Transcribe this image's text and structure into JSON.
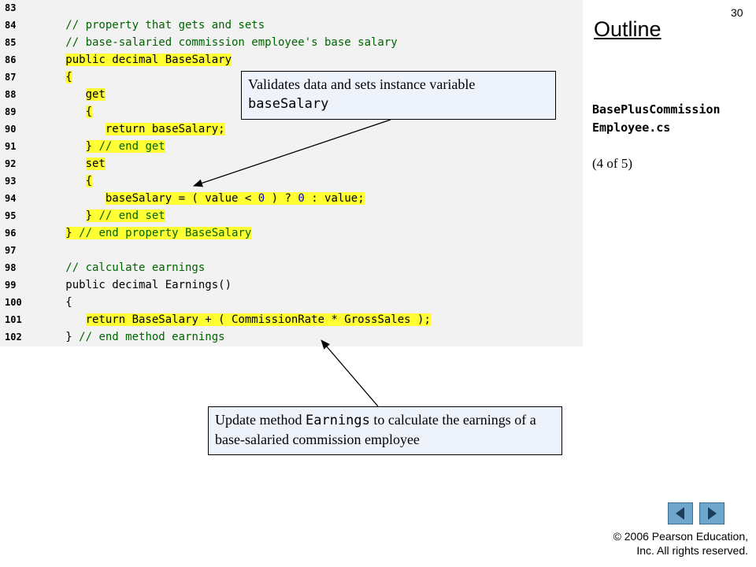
{
  "slide_number": "30",
  "outline_title": "Outline",
  "file_name_line1": "BasePlusCommission",
  "file_name_line2": "Employee.cs",
  "page_indicator": "(4 of 5)",
  "code_lines": [
    {
      "no": "83",
      "parts": []
    },
    {
      "no": "84",
      "parts": [
        {
          "t": "   // property that gets and sets",
          "c": "cmt"
        }
      ]
    },
    {
      "no": "85",
      "parts": [
        {
          "t": "   // base-salaried commission employee's base salary",
          "c": "cmt"
        }
      ]
    },
    {
      "no": "86",
      "parts": [
        {
          "t": "   ",
          "c": ""
        },
        {
          "t": "public decimal BaseSalary",
          "c": "hl"
        }
      ]
    },
    {
      "no": "87",
      "parts": [
        {
          "t": "   ",
          "c": ""
        },
        {
          "t": "{",
          "c": "hl"
        }
      ]
    },
    {
      "no": "88",
      "parts": [
        {
          "t": "      ",
          "c": ""
        },
        {
          "t": "get",
          "c": "hl"
        }
      ]
    },
    {
      "no": "89",
      "parts": [
        {
          "t": "      ",
          "c": ""
        },
        {
          "t": "{",
          "c": "hl"
        }
      ]
    },
    {
      "no": "90",
      "parts": [
        {
          "t": "         ",
          "c": ""
        },
        {
          "t": "return baseSalary;",
          "c": "hl"
        }
      ]
    },
    {
      "no": "91",
      "parts": [
        {
          "t": "      ",
          "c": ""
        },
        {
          "t": "} ",
          "c": "hl"
        },
        {
          "t": "// end get",
          "c": "hl cmt"
        }
      ]
    },
    {
      "no": "92",
      "parts": [
        {
          "t": "      ",
          "c": ""
        },
        {
          "t": "set",
          "c": "hl"
        }
      ]
    },
    {
      "no": "93",
      "parts": [
        {
          "t": "      ",
          "c": ""
        },
        {
          "t": "{",
          "c": "hl"
        }
      ]
    },
    {
      "no": "94",
      "parts": [
        {
          "t": "         ",
          "c": ""
        },
        {
          "t": "baseSalary = ( value < ",
          "c": "hl"
        },
        {
          "t": "0",
          "c": "hl num"
        },
        {
          "t": " ) ? ",
          "c": "hl"
        },
        {
          "t": "0",
          "c": "hl num"
        },
        {
          "t": " : value;",
          "c": "hl"
        }
      ]
    },
    {
      "no": "95",
      "parts": [
        {
          "t": "      ",
          "c": ""
        },
        {
          "t": "} ",
          "c": "hl"
        },
        {
          "t": "// end set",
          "c": "hl cmt"
        }
      ]
    },
    {
      "no": "96",
      "parts": [
        {
          "t": "   ",
          "c": ""
        },
        {
          "t": "} ",
          "c": "hl"
        },
        {
          "t": "// end property BaseSalary",
          "c": "hl cmt"
        }
      ]
    },
    {
      "no": "97",
      "parts": []
    },
    {
      "no": "98",
      "parts": [
        {
          "t": "   // calculate earnings",
          "c": "cmt"
        }
      ]
    },
    {
      "no": "99",
      "parts": [
        {
          "t": "   public decimal Earnings()",
          "c": ""
        }
      ]
    },
    {
      "no": "100",
      "parts": [
        {
          "t": "   {",
          "c": ""
        }
      ]
    },
    {
      "no": "101",
      "parts": [
        {
          "t": "      ",
          "c": ""
        },
        {
          "t": "return BaseSalary + ( CommissionRate * GrossSales );",
          "c": "hl"
        }
      ]
    },
    {
      "no": "102",
      "parts": [
        {
          "t": "   } ",
          "c": ""
        },
        {
          "t": "// end method earnings",
          "c": "cmt"
        }
      ]
    }
  ],
  "callout_top": {
    "text_before": "Validates data and sets instance variable ",
    "code": "baseSalary",
    "text_after": ""
  },
  "callout_bottom": {
    "text_before": "Update method ",
    "code": "Earnings",
    "text_after": " to calculate the earnings of a base-salaried commission employee"
  },
  "nav": {
    "prev_icon": "triangle-left-icon",
    "next_icon": "triangle-right-icon",
    "button_color": "#6fa6cc",
    "arrow_color": "#1c3d5a"
  },
  "copyright_line1": "© 2006 Pearson Education,",
  "copyright_line2": "Inc.  All rights reserved."
}
